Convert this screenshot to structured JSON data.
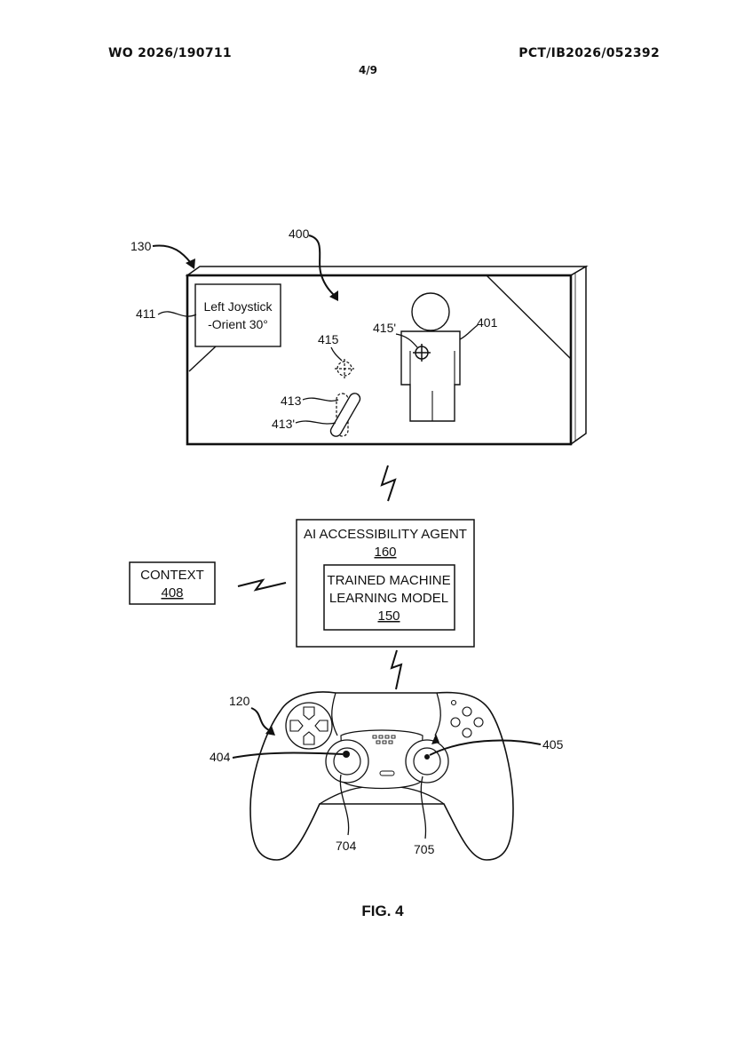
{
  "header": {
    "publication_number": "WO 2026/190711",
    "application_number": "PCT/IB2026/052392",
    "sheet": "4/9"
  },
  "figure": {
    "caption": "FIG. 4",
    "refs": {
      "r130": "130",
      "r400": "400",
      "r411": "411",
      "r401": "401",
      "r415": "415",
      "r415p": "415'",
      "r413": "413",
      "r413p": "413'",
      "r120": "120",
      "r404": "404",
      "r405": "405",
      "r704": "704",
      "r705": "705"
    },
    "display_overlay": {
      "line1": "Left Joystick",
      "line2": "-Orient 30°"
    },
    "agent_box": {
      "title": "AI ACCESSIBILITY AGENT",
      "number": "160",
      "model_line1": "TRAINED MACHINE",
      "model_line2": "LEARNING MODEL",
      "model_number": "150"
    },
    "context_box": {
      "label": "CONTEXT",
      "number": "408"
    }
  }
}
